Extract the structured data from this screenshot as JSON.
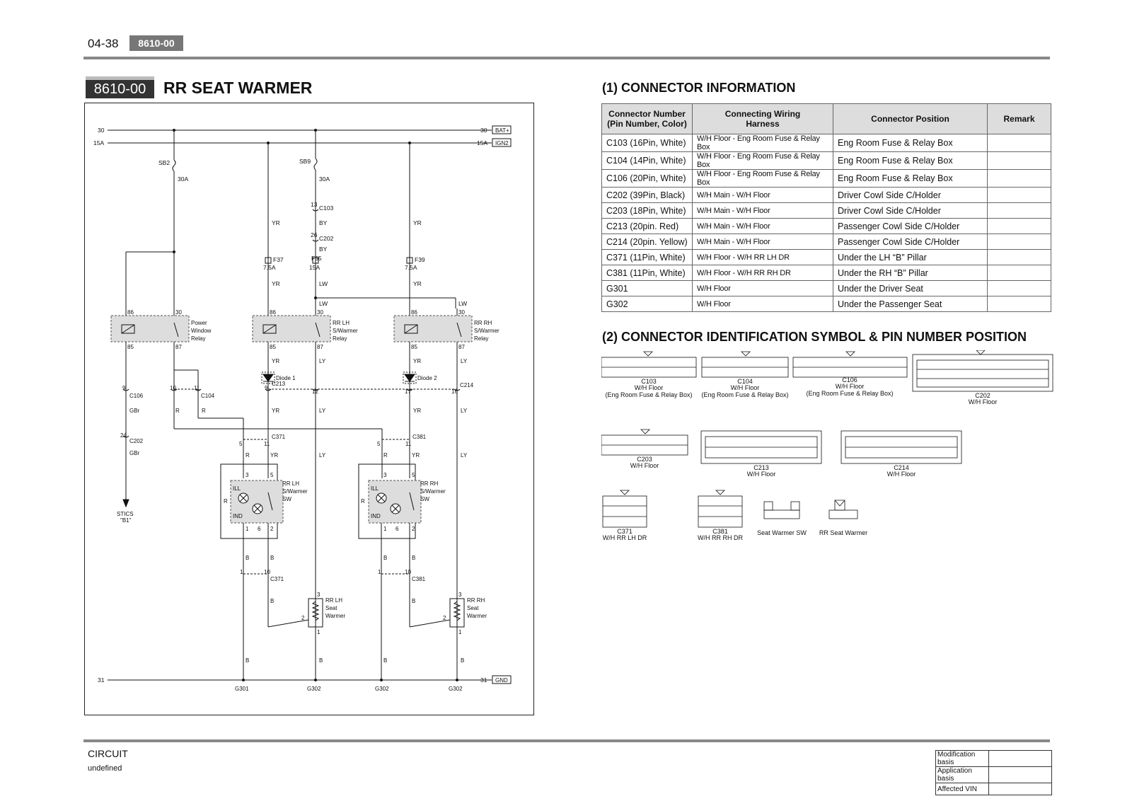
{
  "header": {
    "page_number": "04-38",
    "code_badge": "8610-00"
  },
  "title": {
    "code": "8610-00",
    "text": "RR SEAT WARMER"
  },
  "diagram": {
    "rail_labels": {
      "top_left": "30",
      "second_left": "15A",
      "top_right": "30",
      "second_right": "15A",
      "bat_tag": "BAT+",
      "ign_tag": "IGN2",
      "gnd_left": "31",
      "gnd_right": "31",
      "gnd_tag": "GND"
    },
    "fuses": [
      {
        "name": "SB2",
        "rating": "30A"
      },
      {
        "name": "SB9",
        "rating": "30A"
      },
      {
        "name": "F37",
        "rating": "7.5A"
      },
      {
        "name": "F55",
        "rating": "15A"
      },
      {
        "name": "F39",
        "rating": "7.5A"
      }
    ],
    "relays": [
      {
        "name_l1": "Power",
        "name_l2": "Window",
        "name_l3": "Relay"
      },
      {
        "name_l1": "RR LH",
        "name_l2": "S/Warmer",
        "name_l3": "Relay"
      },
      {
        "name_l1": "RR RH",
        "name_l2": "S/Warmer",
        "name_l3": "Relay"
      }
    ],
    "relay_pins": {
      "p86": "86",
      "p30": "30",
      "p85": "85",
      "p87": "87"
    },
    "diodes": [
      "Diode 1",
      "Diode 2"
    ],
    "switches": [
      {
        "l1": "RR LH",
        "l2": "S/Warmer",
        "l3": "SW"
      },
      {
        "l1": "RR RH",
        "l2": "S/Warmer",
        "l3": "SW"
      }
    ],
    "warmers": [
      {
        "l1": "RR LH",
        "l2": "Seat",
        "l3": "Warmer"
      },
      {
        "l1": "RR RH",
        "l2": "Seat",
        "l3": "Warmer"
      }
    ],
    "sw_labels": {
      "ill": "ILL",
      "ind": "IND",
      "r": "R"
    },
    "grounds": [
      "G301",
      "G302",
      "G302",
      "G302"
    ],
    "stics": {
      "l1": "STICS",
      "l2": "\"B1\""
    },
    "wires": {
      "yr": "YR",
      "by": "BY",
      "lw": "LW",
      "ly": "LY",
      "gbr": "GBr",
      "r": "R",
      "b": "B"
    },
    "connectors": {
      "c103": "C103",
      "c202": "C202",
      "c106": "C106",
      "c104": "C104",
      "c213": "C213",
      "c214": "C214",
      "c371": "C371",
      "c381": "C381"
    },
    "pins": {
      "p13": "13",
      "p26": "26",
      "p9": "9",
      "p24": "24",
      "p10": "10",
      "p11": "11",
      "p12": "12",
      "p17": "17",
      "p16": "16",
      "p5": "5",
      "p3": "3",
      "p1": "1",
      "p6": "6",
      "p2": "2"
    }
  },
  "connector_info": {
    "heading": "(1) CONNECTOR INFORMATION",
    "columns": [
      "Connector Number (Pin Number, Color)",
      "Connecting Wiring Harness",
      "Connector Position",
      "Remark"
    ],
    "col_lines": [
      [
        "Connector Number",
        "(Pin Number, Color)"
      ],
      [
        "Connecting Wiring",
        "Harness"
      ],
      [
        "Connector Position"
      ],
      [
        "Remark"
      ]
    ],
    "rows": [
      [
        "C103 (16Pin, White)",
        "W/H Floor - Eng Room Fuse & Relay Box",
        "Eng Room Fuse & Relay Box",
        ""
      ],
      [
        "C104 (14Pin, White)",
        "W/H Floor - Eng Room Fuse & Relay Box",
        "Eng Room Fuse & Relay Box",
        ""
      ],
      [
        "C106 (20Pin, White)",
        "W/H Floor - Eng Room Fuse & Relay Box",
        "Eng Room Fuse & Relay Box",
        ""
      ],
      [
        "C202 (39Pin, Black)",
        "W/H Main - W/H Floor",
        "Driver Cowl Side C/Holder",
        ""
      ],
      [
        "C203 (18Pin, White)",
        "W/H Main - W/H Floor",
        "Driver Cowl Side C/Holder",
        ""
      ],
      [
        "C213 (20pin. Red)",
        "W/H Main - W/H Floor",
        "Passenger Cowl Side C/Holder",
        ""
      ],
      [
        "C214 (20pin. Yellow)",
        "W/H Main - W/H Floor",
        "Passenger Cowl Side C/Holder",
        ""
      ],
      [
        "C371 (11Pin, White)",
        "W/H Floor - W/H RR LH DR",
        "Under the LH “B” Pillar",
        ""
      ],
      [
        "C381 (11Pin, White)",
        "W/H Floor - W/H RR RH DR",
        "Under the RH “B” Pillar",
        ""
      ],
      [
        "G301",
        "W/H Floor",
        "Under the Driver Seat",
        ""
      ],
      [
        "G302",
        "W/H Floor",
        "Under the Passenger Seat",
        ""
      ]
    ]
  },
  "connector_symbols": {
    "heading": "(2) CONNECTOR IDENTIFICATION SYMBOL & PIN NUMBER POSITION",
    "items": [
      {
        "name": "C103",
        "sub": "W/H Floor",
        "sub2": "(Eng Room Fuse & Relay Box)"
      },
      {
        "name": "C104",
        "sub": "W/H Floor",
        "sub2": "(Eng Room Fuse & Relay Box)"
      },
      {
        "name": "C106",
        "sub": "W/H Floor",
        "sub2": "(Eng Room Fuse & Relay Box)"
      },
      {
        "name": "C202",
        "sub": "W/H Floor",
        "sub2": ""
      },
      {
        "name": "C203",
        "sub": "W/H Floor",
        "sub2": ""
      },
      {
        "name": "C213",
        "sub": "W/H Floor",
        "sub2": ""
      },
      {
        "name": "C214",
        "sub": "W/H Floor",
        "sub2": ""
      },
      {
        "name": "C371",
        "sub": "W/H RR LH DR",
        "sub2": ""
      },
      {
        "name": "C381",
        "sub": "W/H RR RH DR",
        "sub2": ""
      },
      {
        "name": "Seat Warmer SW",
        "sub": "",
        "sub2": ""
      },
      {
        "name": "RR Seat Warmer",
        "sub": "",
        "sub2": ""
      }
    ]
  },
  "footer": {
    "title": "CIRCUIT",
    "subtitle": "undefined",
    "mod_labels": [
      "Modification basis",
      "Application basis",
      "Affected VIN"
    ]
  }
}
